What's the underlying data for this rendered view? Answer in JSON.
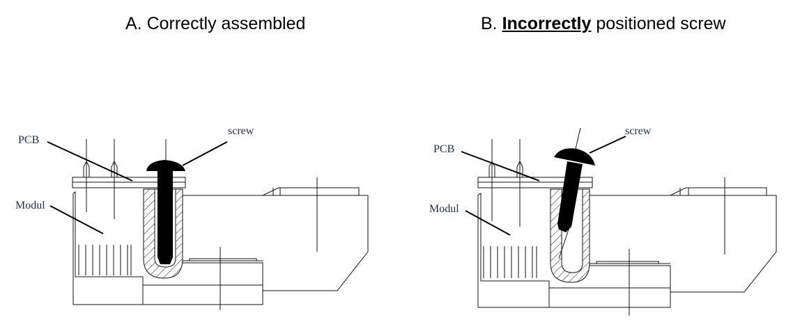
{
  "panel_a": {
    "title": "A. Correctly assembled",
    "labels": {
      "pcb": "PCB",
      "modul": "Modul",
      "screw": "screw"
    }
  },
  "panel_b": {
    "title_prefix": "B.",
    "title_emphasis": "Incorrectly",
    "title_suffix": "positioned screw",
    "labels": {
      "pcb": "PCB",
      "modul": "Modul",
      "screw": "screw"
    }
  }
}
